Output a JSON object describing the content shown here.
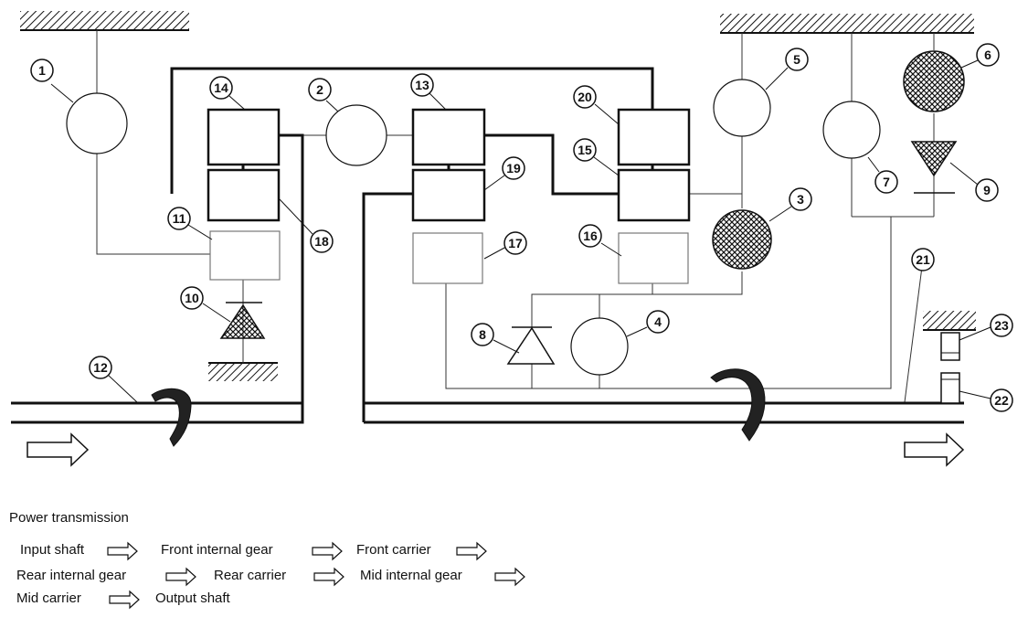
{
  "callouts": {
    "c1": "1",
    "c2": "2",
    "c3": "3",
    "c4": "4",
    "c5": "5",
    "c6": "6",
    "c7": "7",
    "c8": "8",
    "c9": "9",
    "c10": "10",
    "c11": "11",
    "c12": "12",
    "c13": "13",
    "c14": "14",
    "c15": "15",
    "c16": "16",
    "c17": "17",
    "c18": "18",
    "c19": "19",
    "c20": "20",
    "c21": "21",
    "c22": "22",
    "c23": "23"
  },
  "legend": {
    "title": "Power transmission",
    "line1_a": "Input shaft",
    "line1_b": "Front internal gear",
    "line1_c": "Front carrier",
    "line2_a": "Rear internal gear",
    "line2_b": "Rear carrier",
    "line2_c": "Mid internal gear",
    "line3_a": "Mid carrier",
    "line3_b": "Output shaft"
  }
}
